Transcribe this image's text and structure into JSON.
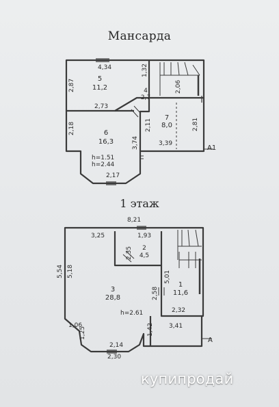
{
  "floors": {
    "attic": {
      "title": "Мансарда",
      "marker": "A1",
      "dims": {
        "top_width": "4,34",
        "left_height": "2,87",
        "stair_top": "1,32",
        "stair_side": "2,06",
        "corridor_w": "2,73",
        "left_lower": "2,18",
        "room7_left": "2,11",
        "room7_right": "2,81",
        "room7_bottom": "3,39",
        "wall_mid": "3,74",
        "bay_bottom": "2,17"
      },
      "rooms": [
        {
          "num": "5",
          "area": "11,2"
        },
        {
          "num": "4",
          "area": "2,7"
        },
        {
          "num": "7",
          "area": "8,0"
        },
        {
          "num": "6",
          "area": "16,3"
        }
      ],
      "heights": [
        "h=1.51",
        "h=2.44"
      ]
    },
    "first": {
      "title": "1  этаж",
      "marker": "A",
      "dims": {
        "total_width": "8,21",
        "room3_width": "3,25",
        "room2_width": "1,93",
        "room2_height": "2,35",
        "outer_left": "5,54",
        "inner_left": "5,18",
        "wall_501": "5,01",
        "wall_258": "2,58",
        "room1_bottom": "2,32",
        "porch_width": "3,41",
        "porch_height": "1,42",
        "bay_side_1": "1,06",
        "bay_side_2": "1,25",
        "bay_inner": "2,14",
        "bay_outer": "2,30"
      },
      "rooms": [
        {
          "num": "2",
          "area": "4,5"
        },
        {
          "num": "3",
          "area": "28,8"
        },
        {
          "num": "1",
          "area": "11,6"
        }
      ],
      "height": "h=2.61"
    }
  },
  "watermark": "купипродай",
  "colors": {
    "wall": "#3a3a3a",
    "background": "#e9ebec",
    "watermark": "#ffffff"
  }
}
